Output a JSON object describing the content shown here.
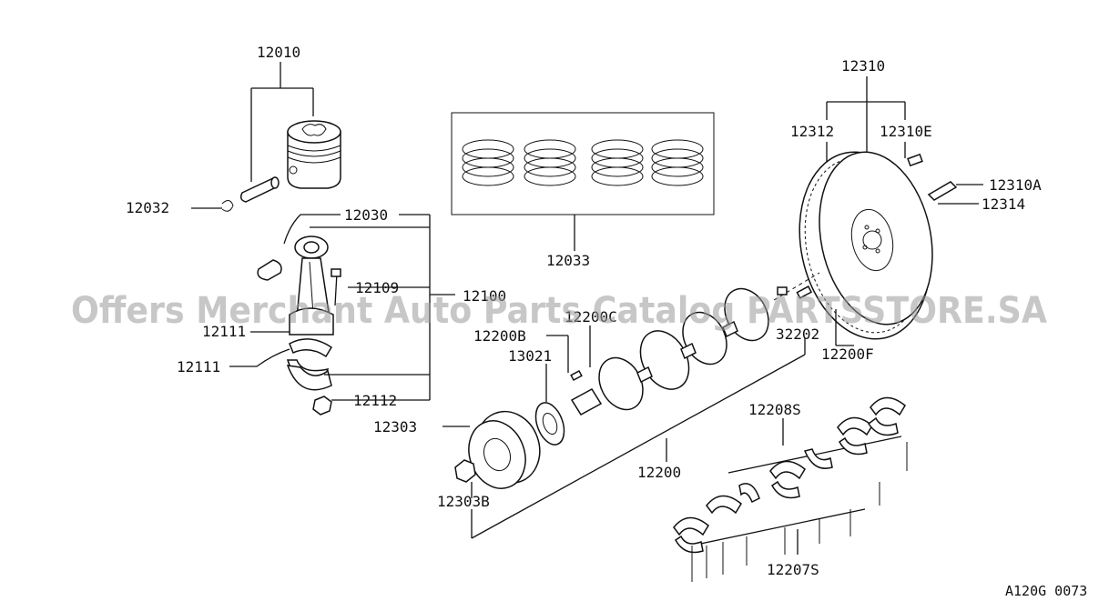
{
  "diagram": {
    "reference_code": "A120G 0073",
    "watermark": "Offers Merchant Auto Parts Catalog PARTSSTORE.SA",
    "parts": {
      "p12010": "12010",
      "p12032": "12032",
      "p12030": "12030",
      "p12109": "12109",
      "p12100": "12100",
      "p12111a": "12111",
      "p12111b": "12111",
      "p12112": "12112",
      "p12033": "12033",
      "p12310": "12310",
      "p12312": "12312",
      "p12310E": "12310E",
      "p12310A": "12310A",
      "p12314": "12314",
      "p12200B": "12200B",
      "p12200C": "12200C",
      "p13021": "13021",
      "p32202": "32202",
      "p12200F": "12200F",
      "p12303": "12303",
      "p12303B": "12303B",
      "p12200": "12200",
      "p12208S": "12208S",
      "p12207S": "12207S"
    }
  }
}
